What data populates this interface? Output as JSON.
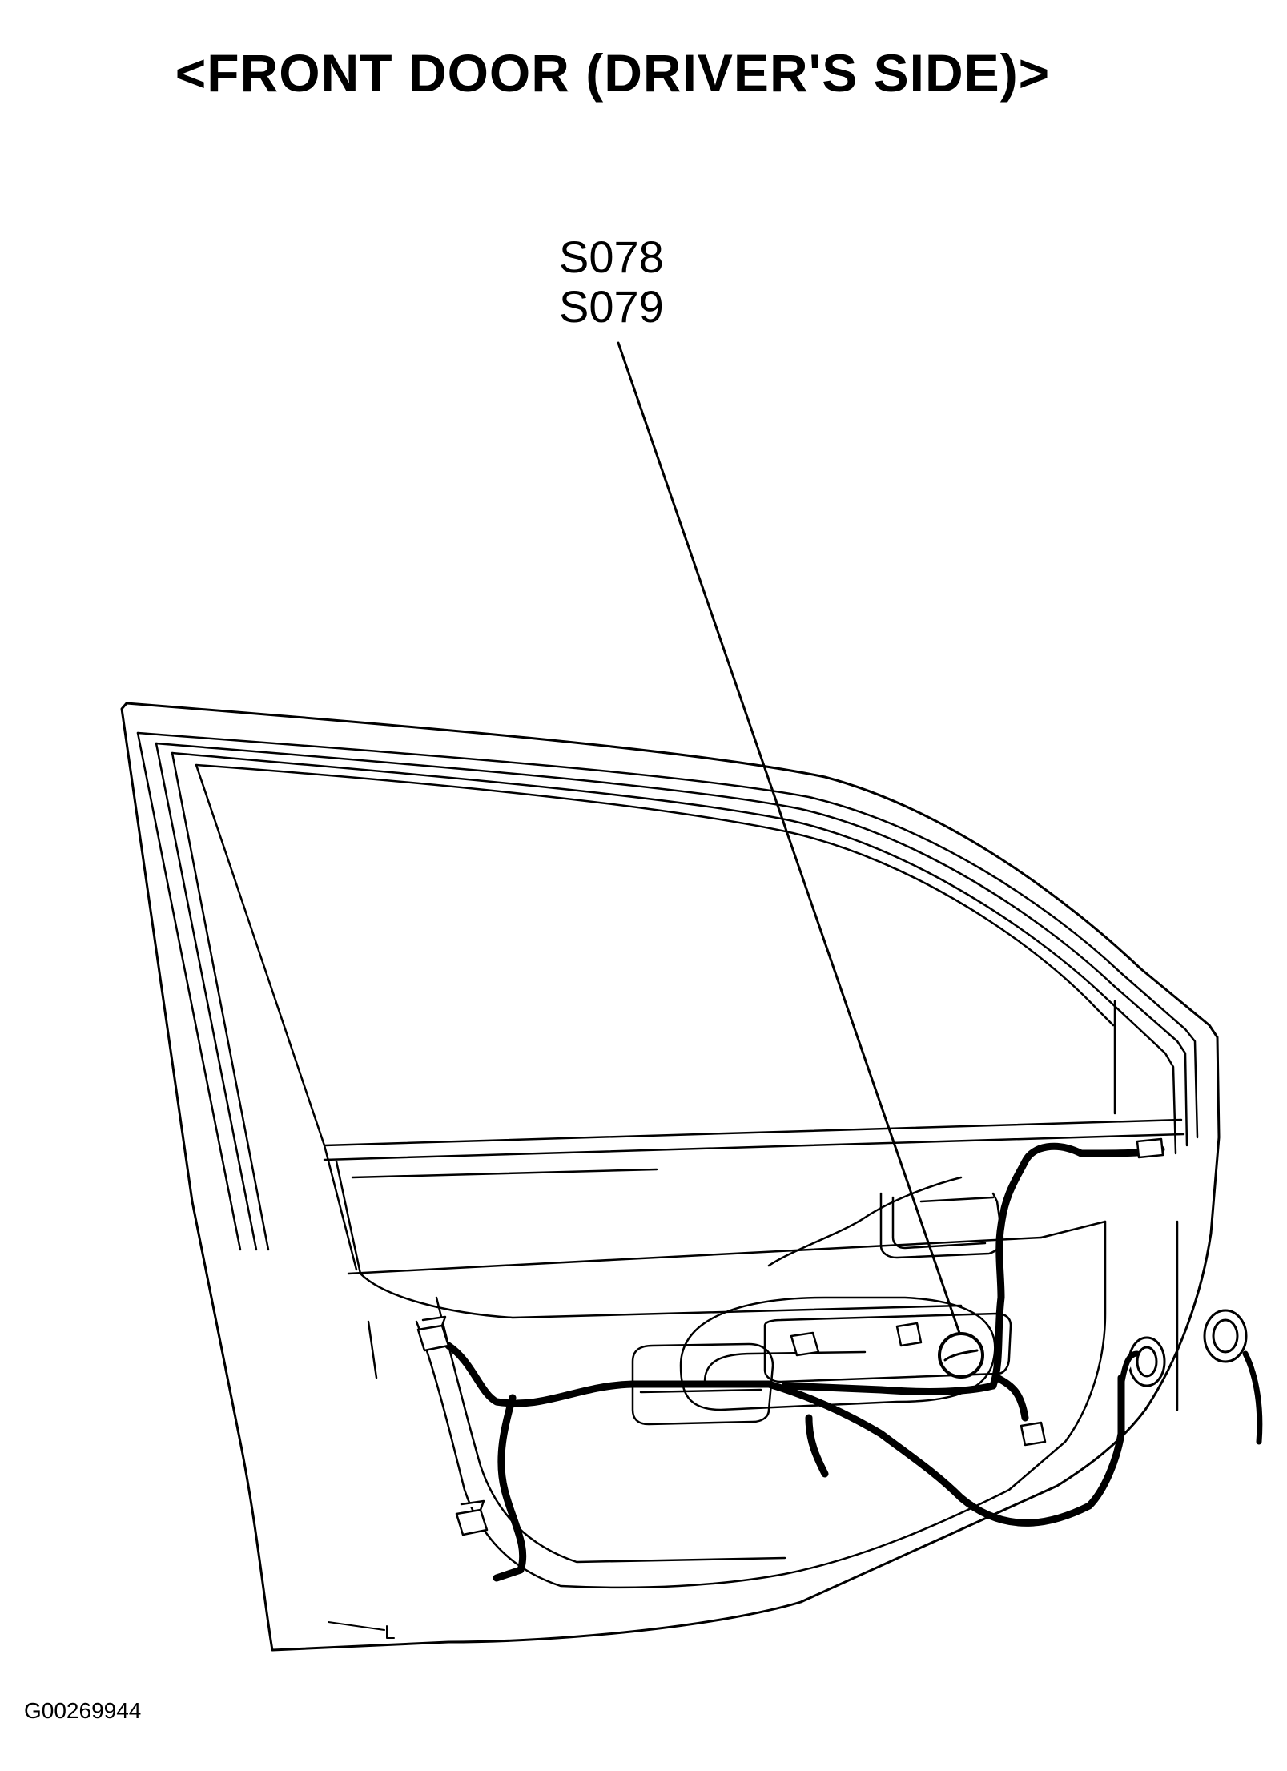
{
  "title": "<FRONT DOOR (DRIVER'S SIDE)>",
  "callout": {
    "labels": [
      "S078",
      "S079"
    ]
  },
  "figure_id": "G00269944"
}
